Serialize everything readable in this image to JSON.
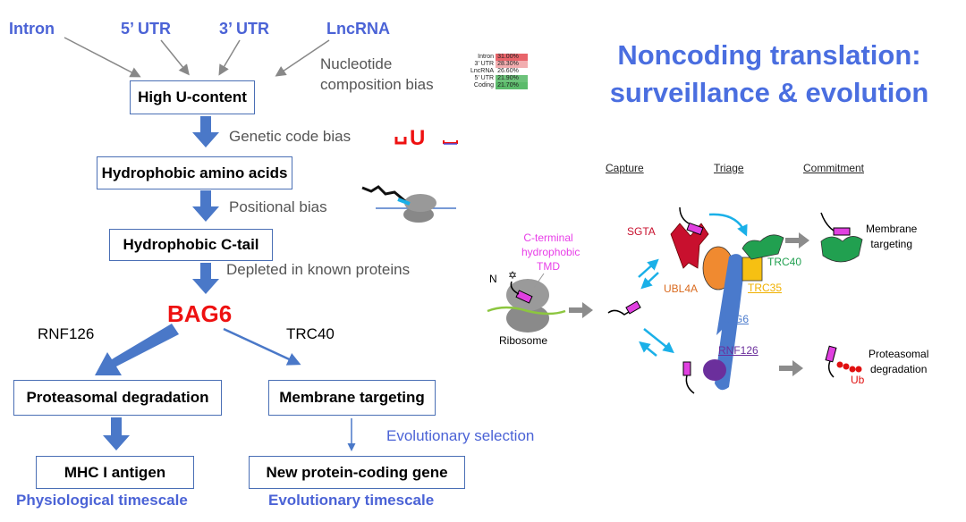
{
  "sources": [
    "Intron",
    "5’ UTR",
    "3’ UTR",
    "LncRNA"
  ],
  "left_flow": {
    "nucleotide_bias": [
      "Nucleotide",
      "composition bias"
    ],
    "box_u_content": "High U-content",
    "genetic_code_bias": "Genetic code bias",
    "box_hydrophobic_aa": "Hydrophobic amino acids",
    "positional_bias": "Positional bias",
    "box_c_tail": "Hydrophobic C-tail",
    "depleted": "Depleted in known proteins",
    "bag6": "BAG6",
    "rnf126": "RNF126",
    "trc40": "TRC40",
    "box_proteasomal": "Proteasomal degradation",
    "box_membrane": "Membrane targeting",
    "evolutionary_selection": "Evolutionary selection",
    "box_mhc": "MHC I antigen",
    "box_new_gene": "New protein-coding gene",
    "physiological_timescale": "Physiological timescale",
    "evolutionary_timescale": "Evolutionary timescale",
    "logo_letter": "U"
  },
  "composition_table": [
    {
      "label": "Intron",
      "value": "31.00%",
      "color": "#e8646a"
    },
    {
      "label": "3’ UTR",
      "value": "28.30%",
      "color": "#f2aeb0"
    },
    {
      "label": "LncRNA",
      "value": "26.60%",
      "color": "#ffffff"
    },
    {
      "label": "5’ UTR",
      "value": "21.90%",
      "color": "#6cc27a"
    },
    {
      "label": "Coding",
      "value": "21.70%",
      "color": "#5bbb6b"
    }
  ],
  "title": [
    "Noncoding translation:",
    "surveillance & evolution"
  ],
  "right_diagram": {
    "headers": [
      "Capture",
      "Triage",
      "Commitment"
    ],
    "tmd_label": [
      "C-terminal",
      "hydrophobic",
      "TMD"
    ],
    "n_label": "N",
    "ribosome": "Ribosome",
    "sgta": "SGTA",
    "ubl4a": "UBL4A",
    "trc40": "TRC40",
    "trc35": "TRC35",
    "bag6": "BAG6",
    "rnf126": "RNF126",
    "membrane_targeting": [
      "Membrane",
      "targeting"
    ],
    "proteasomal_degradation": [
      "Proteasomal",
      "degradation"
    ],
    "ub": "Ub"
  },
  "colors": {
    "accent_blue": "#4b63d6",
    "bag6_red": "#ee1111",
    "arrow_gray": "#8c8c8c",
    "flow_arrow": "#4a78c8"
  }
}
